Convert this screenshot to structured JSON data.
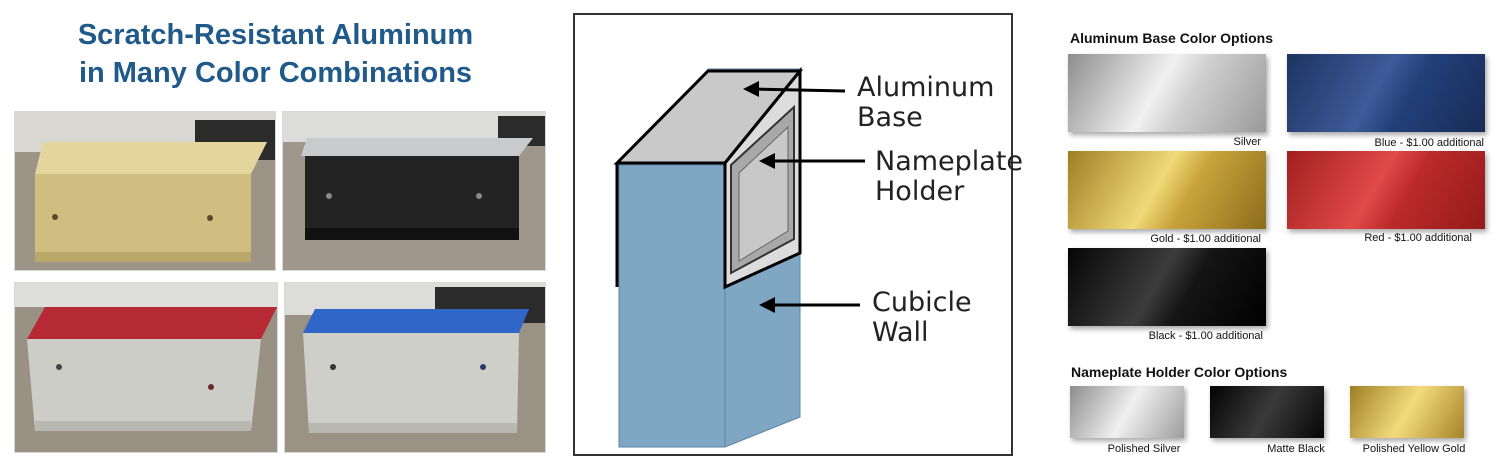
{
  "headline": {
    "line1": "Scratch-Resistant Aluminum",
    "line2": "in Many Color Combinations"
  },
  "photos": [
    {
      "name": "gold-nameplate-photo",
      "base_color": "#d6c488"
    },
    {
      "name": "black-nameplate-photo",
      "base_color": "#2a2a2a"
    },
    {
      "name": "red-nameplate-photo",
      "base_color": "#b52a33"
    },
    {
      "name": "blue-nameplate-photo",
      "base_color": "#2f66c8"
    }
  ],
  "diagram": {
    "aluminum_base": [
      "Aluminum",
      "Base"
    ],
    "nameplate_holder": [
      "Nameplate",
      "Holder"
    ],
    "cubicle_wall": [
      "Cubicle",
      "Wall"
    ],
    "wall_color": "#7fa7c4"
  },
  "base_options": {
    "title": "Aluminum Base Color Options",
    "items": [
      {
        "label": "Silver",
        "color": "#c8c8c8"
      },
      {
        "label": "Blue - $1.00 additional",
        "color": "#233f74"
      },
      {
        "label": "Gold - $1.00 additional",
        "color": "#c9a83c"
      },
      {
        "label": "Red - $1.00 additional",
        "color": "#bb2a2a"
      },
      {
        "label": "Black - $1.00 additional",
        "color": "#161616"
      }
    ]
  },
  "holder_options": {
    "title": "Nameplate Holder Color Options",
    "items": [
      {
        "label": "Polished Silver",
        "color": "#c0c0c0"
      },
      {
        "label": "Matte Black",
        "color": "#111111"
      },
      {
        "label": "Polished Yellow Gold",
        "color": "#c9a83c"
      }
    ]
  }
}
